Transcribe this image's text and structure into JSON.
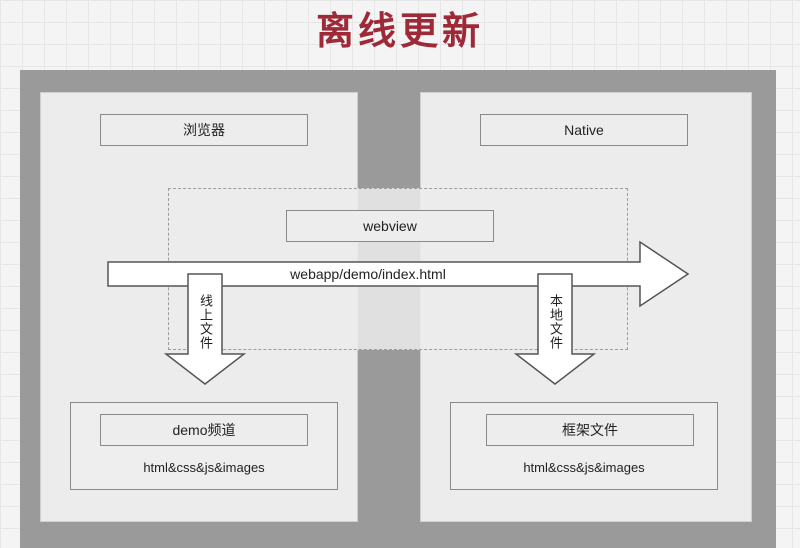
{
  "title": "离线更新",
  "left_panel": {
    "header": "浏览器",
    "bottom_box": {
      "header": "demo频道",
      "content": "html&css&js&images"
    }
  },
  "right_panel": {
    "header": "Native",
    "bottom_box": {
      "header": "框架文件",
      "content": "html&css&js&images"
    }
  },
  "webview": {
    "label": "webview"
  },
  "main_arrow": {
    "label": "webapp/demo/index.html"
  },
  "down_arrows": {
    "left": "线上文件",
    "right": "本地文件"
  },
  "colors": {
    "title": "#9e2a38",
    "frame": "#9a9a9a",
    "panel": "#ececec",
    "border": "#8a8a8a"
  }
}
